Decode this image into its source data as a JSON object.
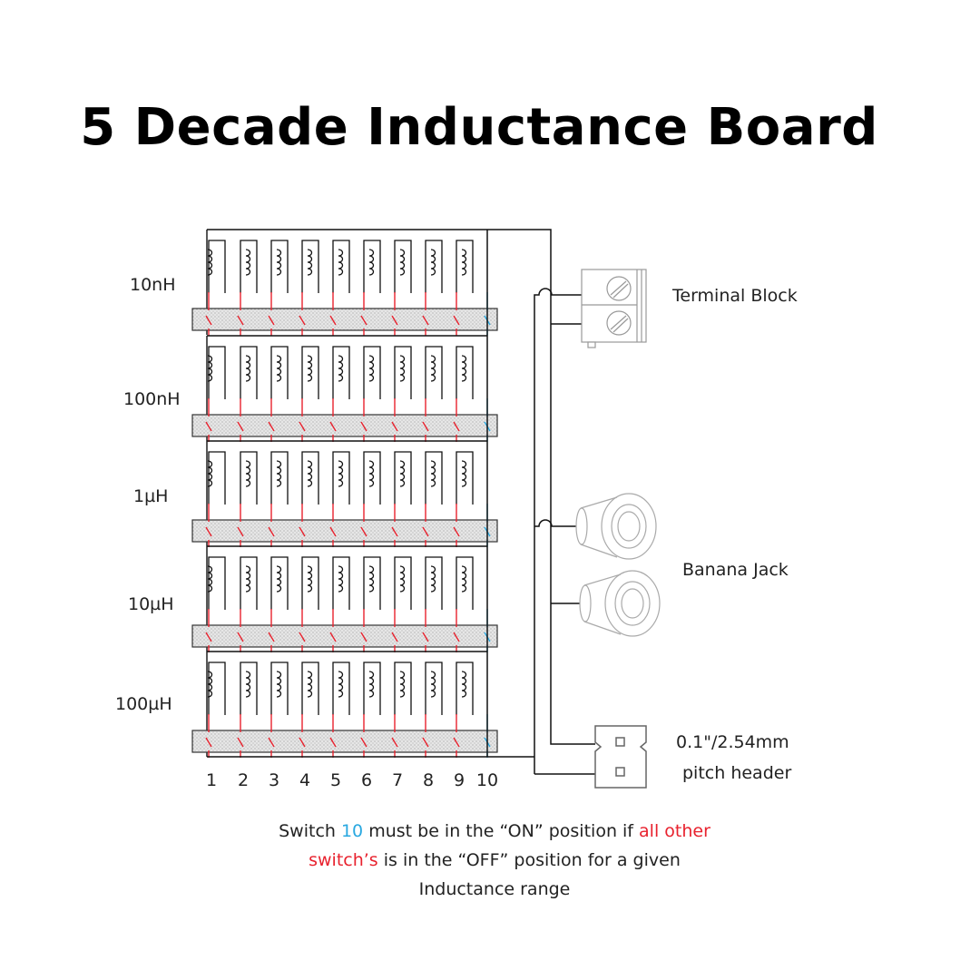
{
  "title": "5 Decade Inductance Board",
  "decades": [
    {
      "label": "10nH"
    },
    {
      "label": "100nH"
    },
    {
      "label": "1µH"
    },
    {
      "label": "10µH"
    },
    {
      "label": "100µH"
    }
  ],
  "switch_numbers": [
    "1",
    "2",
    "3",
    "4",
    "5",
    "6",
    "7",
    "8",
    "9",
    "10"
  ],
  "connectors": {
    "terminal_block": "Terminal Block",
    "banana_jack": "Banana Jack",
    "pitch_header_line1": "0.1\"/2.54mm",
    "pitch_header_line2": "pitch header"
  },
  "note": {
    "part1": "Switch ",
    "part2": "10",
    "part3": " must be in the “ON” position if ",
    "part4": "all other switch’s",
    "part5": " is in the “OFF” position for a given Inductance range"
  },
  "colors": {
    "switch_off": "#e8222e",
    "switch_on": "#29a8e0",
    "wire": "#111111",
    "switch_bar": "#dcdcdc"
  }
}
